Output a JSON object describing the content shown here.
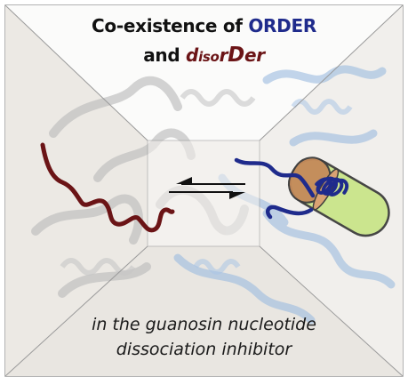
{
  "title": {
    "prefix": "Co-existence of",
    "order_word": "ORDER",
    "and_word": "and",
    "disorder_parts": [
      "d",
      "i",
      "s",
      "o",
      "r",
      "D",
      "e",
      "r"
    ]
  },
  "caption": {
    "line1": "in the guanosin nucleotide",
    "line2": "dissociation inhibitor"
  },
  "colors": {
    "order": "#1f2b8c",
    "disorder": "#6b1416",
    "ghost_protein_gray": "#b9b9b9",
    "ghost_protein_blue": "#8fb1d9",
    "helix_green": "#c9e58a",
    "helix_tan": "#c48a5a"
  },
  "icons": [
    "equilibrium-arrows-icon",
    "disordered-chain-icon",
    "ordered-helix-icon"
  ]
}
